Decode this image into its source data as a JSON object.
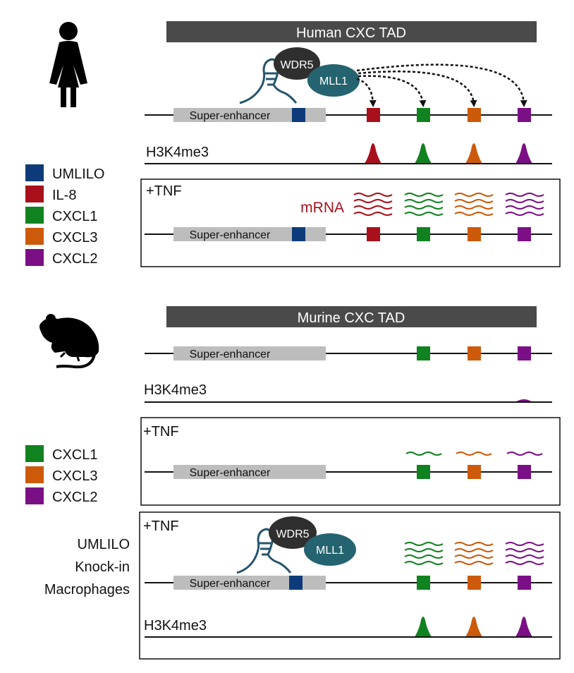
{
  "colors": {
    "umlilo": "#0d3b7a",
    "il8": "#a8111b",
    "cxcl1": "#10821f",
    "cxcl3": "#cc5a0a",
    "cxcl2": "#7b0f86",
    "tad_bar": "#4a4a4a",
    "enhancer": "#bdbdbd",
    "wdr5": "#2f2f2f",
    "mll1": "#24636f",
    "rna_hairpin": "#24556c",
    "mrna_label": "#a8111b"
  },
  "legend_human": [
    {
      "label": "UMLILO",
      "color_key": "umlilo"
    },
    {
      "label": "IL-8",
      "color_key": "il8"
    },
    {
      "label": "CXCL1",
      "color_key": "cxcl1"
    },
    {
      "label": "CXCL3",
      "color_key": "cxcl3"
    },
    {
      "label": "CXCL2",
      "color_key": "cxcl2"
    }
  ],
  "legend_murine": [
    {
      "label": "CXCL1",
      "color_key": "cxcl1"
    },
    {
      "label": "CXCL3",
      "color_key": "cxcl3"
    },
    {
      "label": "CXCL2",
      "color_key": "cxcl2"
    }
  ],
  "human": {
    "tad_title": "Human CXC TAD",
    "enhancer_label": "Super-enhancer",
    "wdr5_label": "WDR5",
    "mll1_label": "MLL1",
    "mark_label": "H3K4me3",
    "tnf_label": "+TNF",
    "mrna_label": "mRNA"
  },
  "murine": {
    "tad_title": "Murine CXC TAD",
    "enhancer_label": "Super-enhancer",
    "mark_label": "H3K4me3",
    "tnf_label": "+TNF",
    "knockin": {
      "tnf_label": "+TNF",
      "side_label_lines": [
        "UMLILO",
        "Knock-in",
        "Macrophages"
      ],
      "wdr5_label": "WDR5",
      "mll1_label": "MLL1",
      "enhancer_label": "Super-enhancer",
      "mark_label": "H3K4me3"
    }
  }
}
